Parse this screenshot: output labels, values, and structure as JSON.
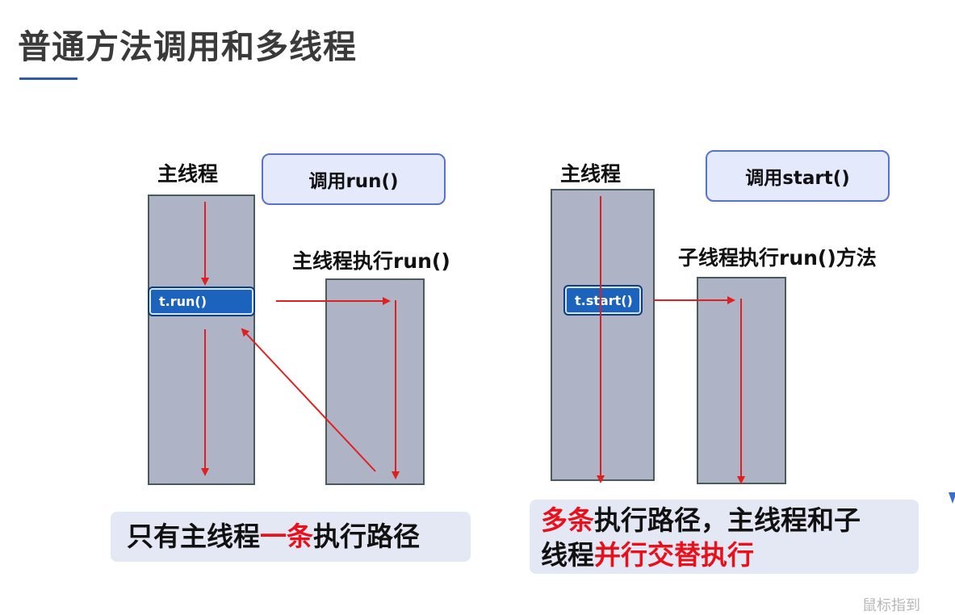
{
  "title": "普通方法调用和多线程",
  "left": {
    "main_thread_label": "主线程",
    "callout": "调用run()",
    "secondary_label": "主线程执行run()",
    "method_box": "t.run()",
    "summary": {
      "part1": "只有主线程",
      "part2_red": "一条",
      "part3": "执行路径"
    }
  },
  "right": {
    "main_thread_label": "主线程",
    "callout": "调用start()",
    "secondary_label": "子线程执行run()方法",
    "method_box": "t.start()",
    "summary": {
      "part1_red": "多条",
      "part2": "执行路径，主线程和子",
      "part3": "线程",
      "part4_red": "并行交替执行"
    }
  },
  "watermark": "鼠标指到",
  "colors": {
    "arrow": "#e02020",
    "column": "#aeb3c6",
    "callout_border": "#5a73c8",
    "method_box": "#1b63bd",
    "highlight": "#e8101a"
  }
}
